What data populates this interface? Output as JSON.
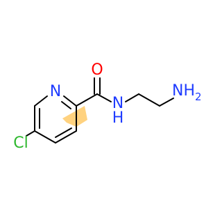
{
  "molecule": {
    "atoms": {
      "n_ring": {
        "label": "N",
        "color": "#1f3cff"
      },
      "o_carbonyl": {
        "label": "O",
        "color": "#ff0000"
      },
      "n_amide": {
        "label": "N",
        "color": "#1f3cff"
      },
      "h_amide": {
        "label": "H",
        "color": "#1f3cff"
      },
      "n_amine": {
        "label": "NH",
        "sub": "2",
        "color": "#1f3cff"
      },
      "cl": {
        "label": "Cl",
        "color": "#2db82d"
      }
    },
    "highlight_color": "#ffd27f",
    "bond_color": "#000000"
  }
}
